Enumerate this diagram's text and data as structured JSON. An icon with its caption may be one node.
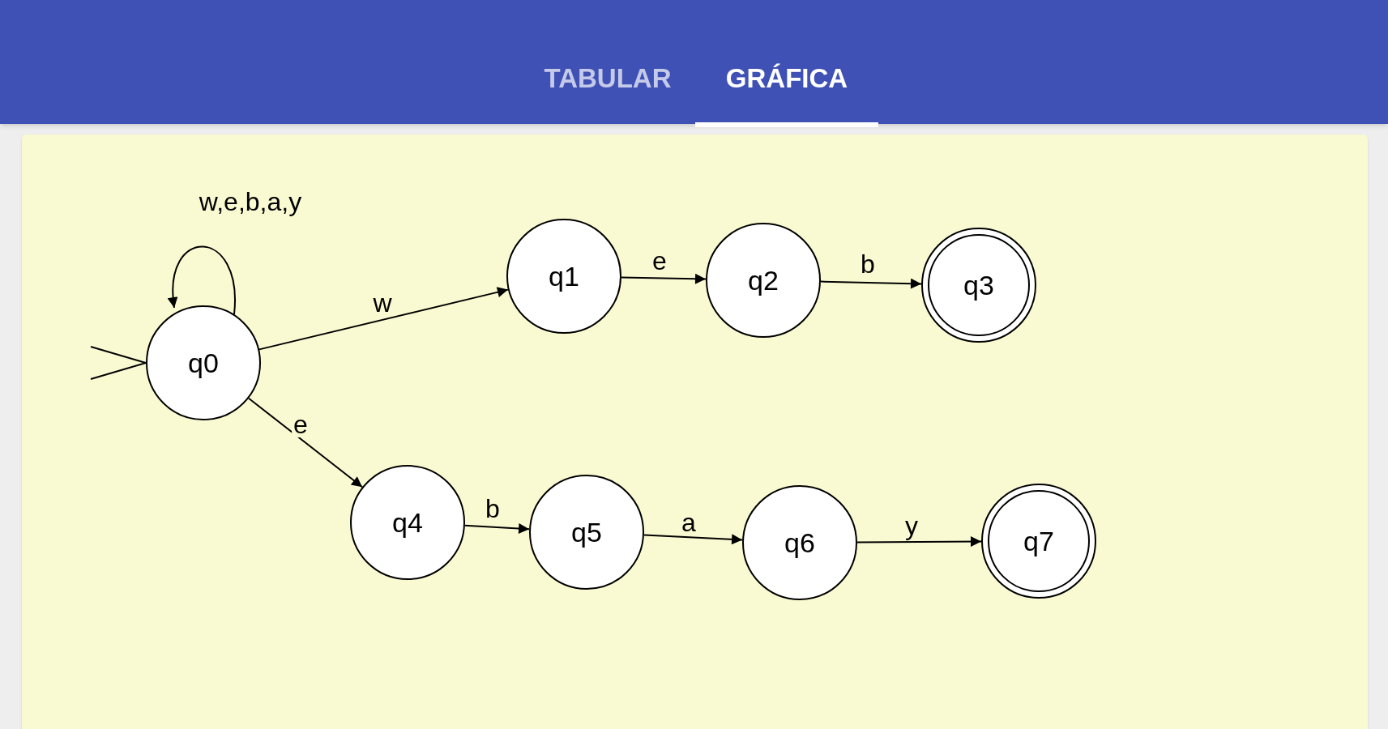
{
  "diagram": {
    "nodes": [
      {
        "text": [
          "q0"
        ]
      },
      {
        "text": [
          "q1"
        ]
      },
      {
        "text": [
          "q2"
        ]
      },
      {
        "text": [
          "q3"
        ]
      },
      {
        "text": [
          "q4"
        ]
      },
      {
        "text": [
          "q5"
        ]
      },
      {
        "text": [
          "q6"
        ]
      },
      {
        "text": [
          "q7"
        ]
      }
    ],
    "edges": [
      {
        "from": null,
        "to": 0,
        "arrow": "to"
      },
      {
        "from": 0,
        "to": 0,
        "arrow": "to",
        "label": "w,e,b,a,y"
      },
      {
        "from": 0,
        "to": 1,
        "arrow": "to",
        "label": "w"
      },
      {
        "from": 1,
        "to": 2,
        "arrow": "to",
        "label": "e"
      },
      {
        "from": 2,
        "to": 3,
        "arrow": "to",
        "label": "b"
      },
      {
        "from": 0,
        "to": 4,
        "arrow": "to",
        "label": "e"
      },
      {
        "from": 4,
        "to": 5,
        "arrow": "to",
        "label": "b"
      },
      {
        "from": 5,
        "to": 6,
        "arrow": "to",
        "label": "a"
      },
      {
        "from": 6,
        "to": 7,
        "arrow": "to",
        "label": "y"
      }
    ],
    "labels": [
      "TABULAR",
      "GRÁFICA"
    ]
  }
}
